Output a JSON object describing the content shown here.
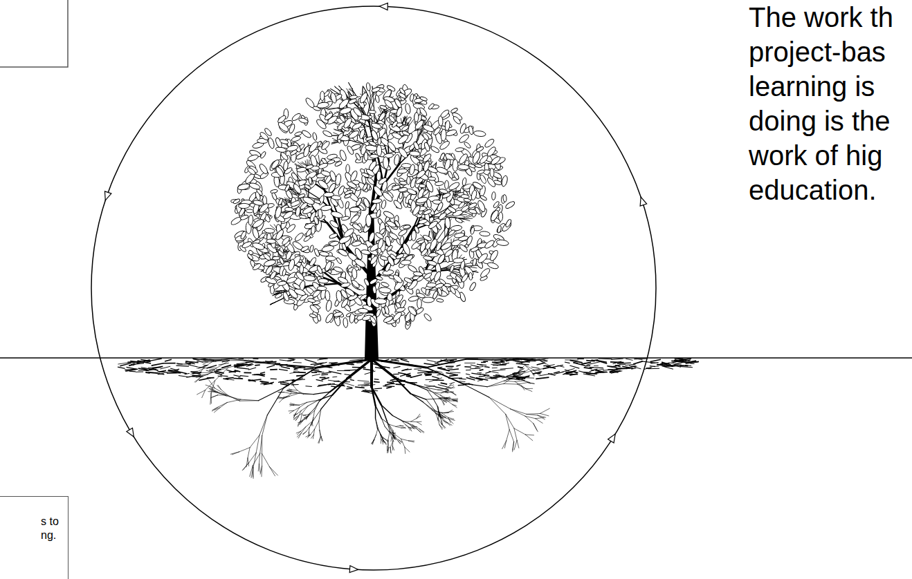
{
  "diagram": {
    "nodes": [
      {
        "text": [
          "s to ng."
        ]
      }
    ],
    "labels": [
      "The work th",
      "project-bas",
      "learning is",
      "doing is the",
      "work of hig",
      "education."
    ]
  }
}
